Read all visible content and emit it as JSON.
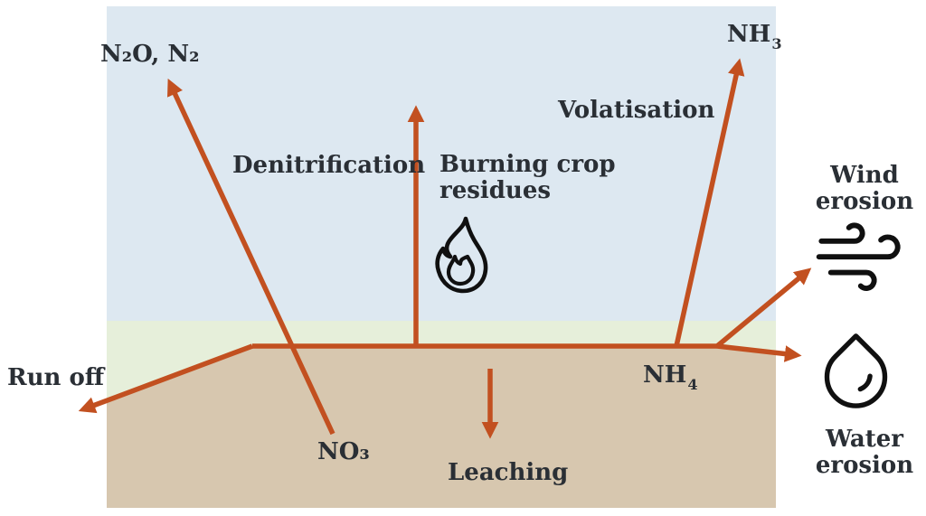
{
  "title": "Nitrogen loss pathways diagram",
  "colors": {
    "sky": "#dde8f1",
    "grass": "#e6efda",
    "soil": "#d7c7af",
    "arrow": "#c25020",
    "text": "#2a2f35",
    "icon": "#101010"
  },
  "labels": {
    "n2o": "N₂O, N₂",
    "nh3_base": "NH",
    "nh3_sub": "3",
    "volatisation": "Volatisation",
    "denitrification": "Denitrification",
    "burning_line1": "Burning crop",
    "burning_line2": "residues",
    "wind_line1": "Wind",
    "wind_line2": "erosion",
    "nh4_base": "NH",
    "nh4_sub": "4",
    "runoff": "Run off",
    "no3": "NO₃",
    "leaching": "Leaching",
    "water_line1": "Water",
    "water_line2": "erosion"
  },
  "icons": {
    "flame": "flame-icon (burning crop residues)",
    "wind": "wind-gust-icon (wind erosion)",
    "water_drop": "water-drop-icon (water erosion)"
  },
  "arrows": [
    {
      "name": "denitrification-arrow",
      "from": "NO₃",
      "to": "N₂O, N₂"
    },
    {
      "name": "burning-arrow",
      "from": "soil surface",
      "to": "atmosphere"
    },
    {
      "name": "volatisation-arrow",
      "from": "NH₄",
      "to": "NH₃"
    },
    {
      "name": "runoff-arrow",
      "from": "soil surface",
      "to": "Run off"
    },
    {
      "name": "wind-erosion-arrow",
      "from": "soil surface",
      "to": "Wind erosion"
    },
    {
      "name": "water-erosion-arrow",
      "from": "soil surface",
      "to": "Water erosion"
    },
    {
      "name": "leaching-arrow",
      "from": "soil",
      "to": "Leaching"
    }
  ]
}
